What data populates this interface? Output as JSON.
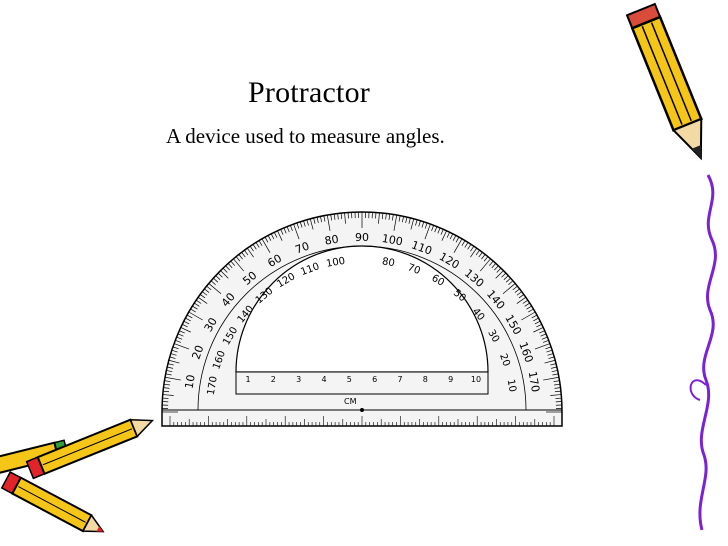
{
  "slide": {
    "title": "Protractor",
    "subtitle": "A device used to measure angles."
  },
  "protractor": {
    "outer_scale": [
      "10",
      "20",
      "30",
      "40",
      "50",
      "60",
      "70",
      "80",
      "90",
      "100",
      "110",
      "120",
      "130",
      "140",
      "150",
      "160",
      "170"
    ],
    "inner_scale": [
      "170",
      "160",
      "150",
      "140",
      "130",
      "120",
      "110",
      "100",
      "80",
      "70",
      "60",
      "50",
      "40",
      "30",
      "20",
      "10"
    ],
    "ruler_numbers": [
      "1",
      "2",
      "3",
      "4",
      "5",
      "6",
      "7",
      "8",
      "9",
      "10"
    ],
    "unit_label": "CM"
  },
  "colors": {
    "pencil_body": "#f5c518",
    "pencil_outline": "#000000",
    "vine": "#7b22d6",
    "pencil_tip_red": "#e0242a",
    "pencil_tip_green": "#2e9e3a"
  }
}
